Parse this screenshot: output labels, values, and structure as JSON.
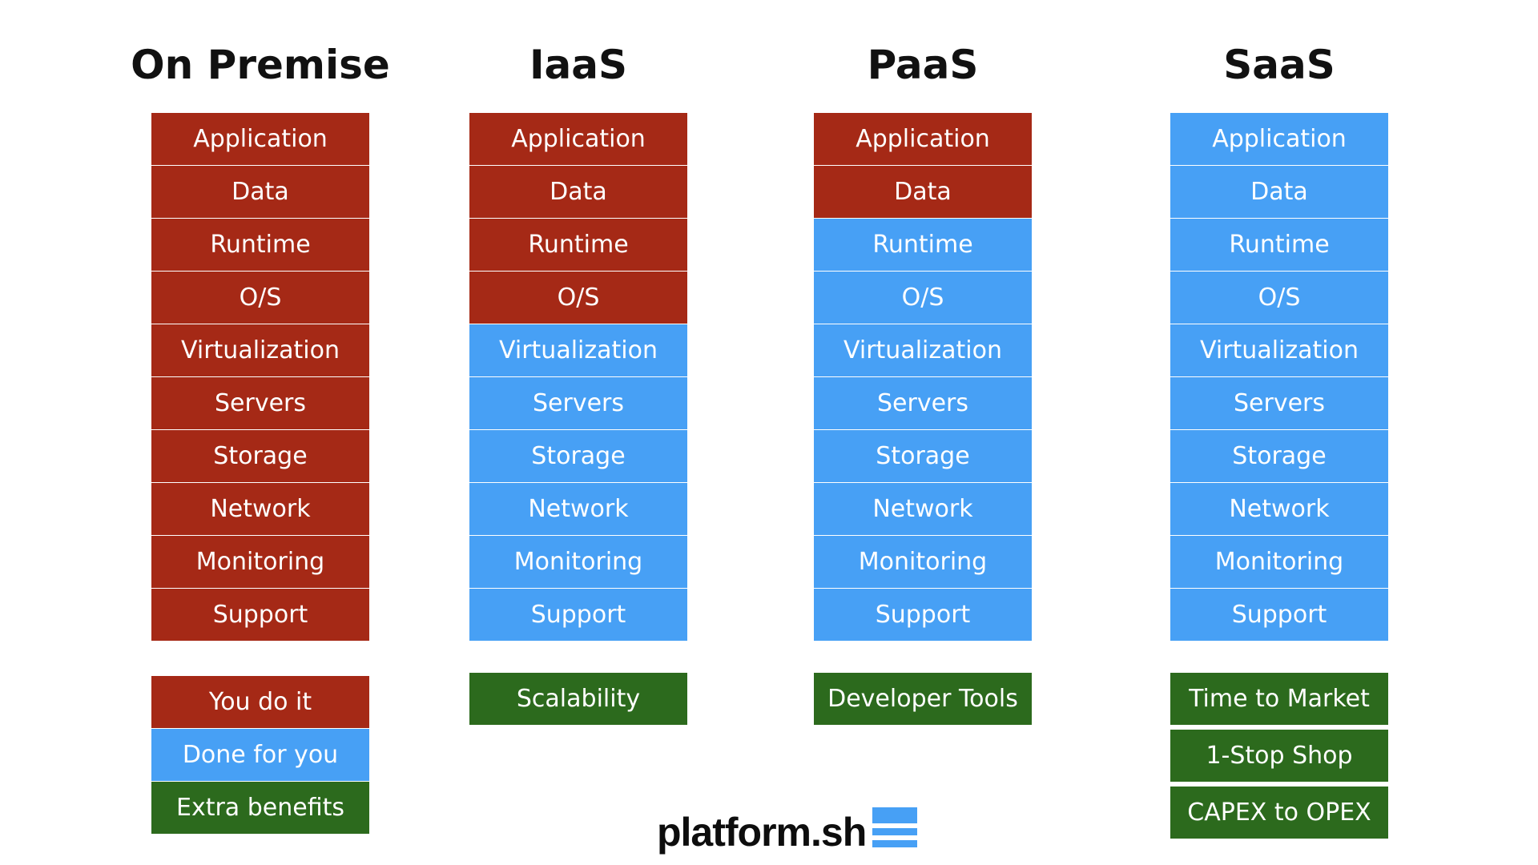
{
  "colors": {
    "you_do_it": "#a52916",
    "done_for_you": "#47a0f5",
    "extra_benefits": "#2c6a1d"
  },
  "columns": [
    {
      "title": "On Premise",
      "layers": [
        {
          "label": "Application",
          "type": "red"
        },
        {
          "label": "Data",
          "type": "red"
        },
        {
          "label": "Runtime",
          "type": "red"
        },
        {
          "label": "O/S",
          "type": "red"
        },
        {
          "label": "Virtualization",
          "type": "red"
        },
        {
          "label": "Servers",
          "type": "red"
        },
        {
          "label": "Storage",
          "type": "red"
        },
        {
          "label": "Network",
          "type": "red"
        },
        {
          "label": "Monitoring",
          "type": "red"
        },
        {
          "label": "Support",
          "type": "red"
        }
      ],
      "benefits": []
    },
    {
      "title": "IaaS",
      "layers": [
        {
          "label": "Application",
          "type": "red"
        },
        {
          "label": "Data",
          "type": "red"
        },
        {
          "label": "Runtime",
          "type": "red"
        },
        {
          "label": "O/S",
          "type": "red"
        },
        {
          "label": "Virtualization",
          "type": "blue"
        },
        {
          "label": "Servers",
          "type": "blue"
        },
        {
          "label": "Storage",
          "type": "blue"
        },
        {
          "label": "Network",
          "type": "blue"
        },
        {
          "label": "Monitoring",
          "type": "blue"
        },
        {
          "label": "Support",
          "type": "blue"
        }
      ],
      "benefits": [
        "Scalability"
      ]
    },
    {
      "title": "PaaS",
      "layers": [
        {
          "label": "Application",
          "type": "red"
        },
        {
          "label": "Data",
          "type": "red"
        },
        {
          "label": "Runtime",
          "type": "blue"
        },
        {
          "label": "O/S",
          "type": "blue"
        },
        {
          "label": "Virtualization",
          "type": "blue"
        },
        {
          "label": "Servers",
          "type": "blue"
        },
        {
          "label": "Storage",
          "type": "blue"
        },
        {
          "label": "Network",
          "type": "blue"
        },
        {
          "label": "Monitoring",
          "type": "blue"
        },
        {
          "label": "Support",
          "type": "blue"
        }
      ],
      "benefits": [
        "Developer Tools"
      ]
    },
    {
      "title": "SaaS",
      "layers": [
        {
          "label": "Application",
          "type": "blue"
        },
        {
          "label": "Data",
          "type": "blue"
        },
        {
          "label": "Runtime",
          "type": "blue"
        },
        {
          "label": "O/S",
          "type": "blue"
        },
        {
          "label": "Virtualization",
          "type": "blue"
        },
        {
          "label": "Servers",
          "type": "blue"
        },
        {
          "label": "Storage",
          "type": "blue"
        },
        {
          "label": "Network",
          "type": "blue"
        },
        {
          "label": "Monitoring",
          "type": "blue"
        },
        {
          "label": "Support",
          "type": "blue"
        }
      ],
      "benefits": [
        "Time to Market",
        "1-Stop Shop",
        "CAPEX to OPEX"
      ]
    }
  ],
  "legend": [
    {
      "label": "You do it",
      "type": "red"
    },
    {
      "label": "Done for you",
      "type": "blue"
    },
    {
      "label": "Extra benefits",
      "type": "green"
    }
  ],
  "logo": {
    "text": "platform.sh",
    "mark_icon": "stacked-bars-icon",
    "mark_color": "#47a0f5"
  }
}
